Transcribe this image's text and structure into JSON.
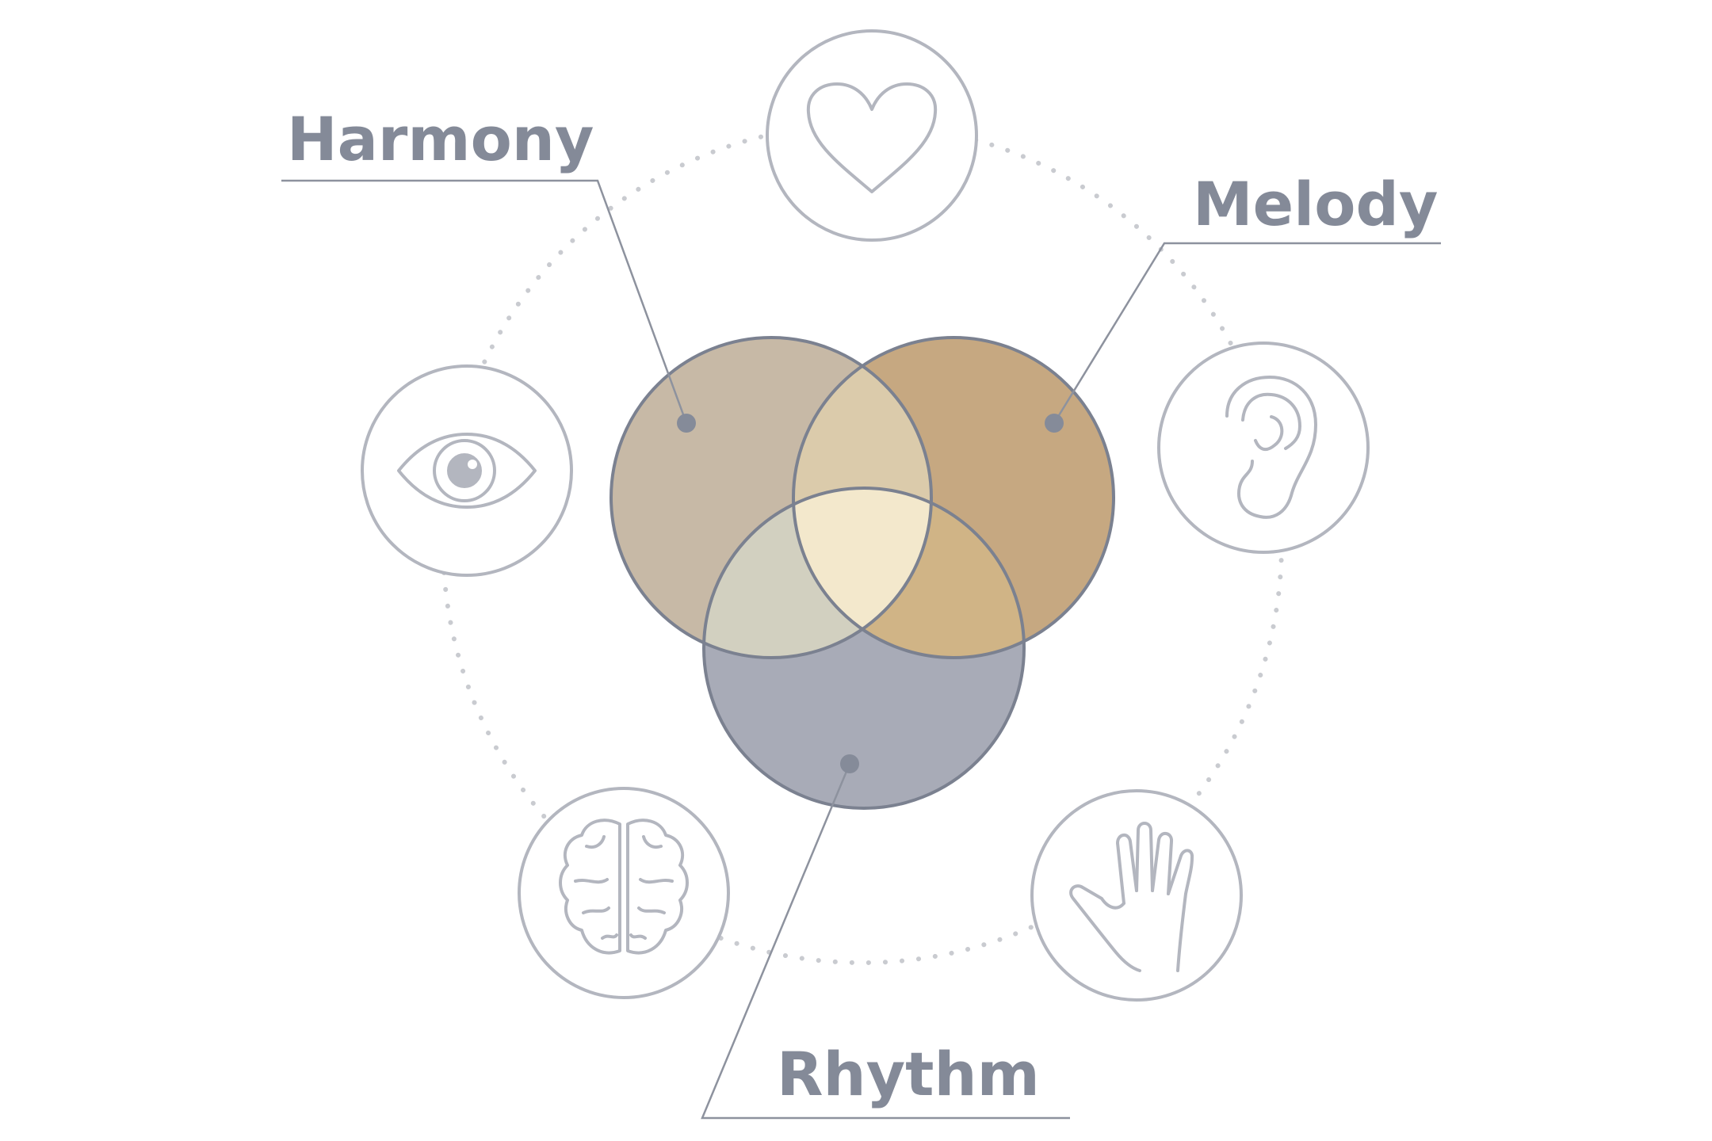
{
  "venn": {
    "sets": [
      {
        "name": "harmony",
        "label": "Harmony",
        "fill": "#c7b9a6"
      },
      {
        "name": "melody",
        "label": "Melody",
        "fill": "#c6a881"
      },
      {
        "name": "rhythm",
        "label": "Rhythm",
        "fill": "#a8abb7"
      }
    ],
    "intersections": {
      "harmony_melody": "#dbcbab",
      "harmony_rhythm": "#d2d0c0",
      "melody_rhythm": "#d0b486",
      "all": "#f3e8cc"
    }
  },
  "senses": [
    {
      "name": "heart-icon"
    },
    {
      "name": "ear-icon"
    },
    {
      "name": "hand-icon"
    },
    {
      "name": "brain-icon"
    },
    {
      "name": "eye-icon"
    }
  ],
  "colors": {
    "label_text": "#848a98",
    "outline": "#7b8190",
    "icon_stroke": "#b3b6bf",
    "dotted_ring": "#c9cbd0",
    "leader_line": "#8d929e",
    "dot": "#858b99"
  }
}
